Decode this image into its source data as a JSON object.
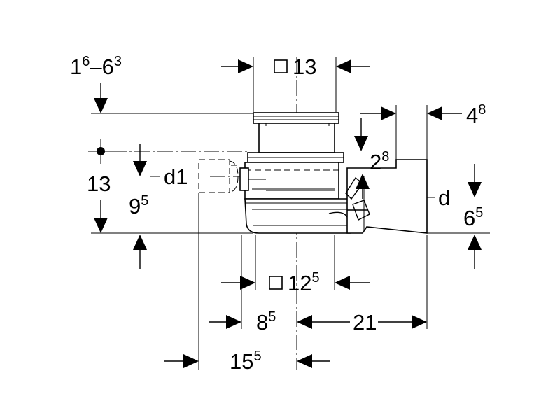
{
  "labels": {
    "range_base_1": "1",
    "range_sup_1": "6",
    "range_dash": "–",
    "range_base_2": "6",
    "range_sup_2": "3",
    "outlet_square": "13",
    "height_left": "13",
    "height_inner_base": "9",
    "height_inner_sup": "5",
    "d1": "d1",
    "offset_28_base": "2",
    "offset_28_sup": "8",
    "offset_48_base": "4",
    "offset_48_sup": "8",
    "d": "d",
    "height_65_base": "6",
    "height_65_sup": "5",
    "square_125_base": "12",
    "square_125_sup": "5",
    "width_85_base": "8",
    "width_85_sup": "5",
    "width_21": "21",
    "width_155_base": "15",
    "width_155_sup": "5"
  }
}
